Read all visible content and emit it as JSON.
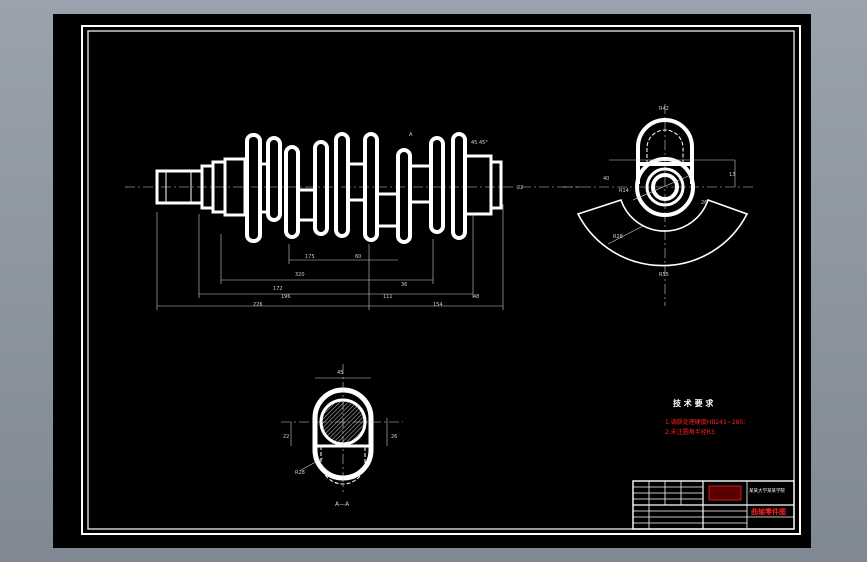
{
  "section_label": "A—A",
  "section_arrow_label": "A",
  "tech_requirements": {
    "heading": "技 术 要 求",
    "items": [
      "1.调质处理硬度HB241~285;",
      "2.未注圆角半径R3."
    ]
  },
  "title_block": {
    "drawing_name": "曲轴零件图",
    "school": "某某大学某某学院"
  },
  "dimensions": {
    "front": [
      "175",
      "60",
      "320",
      "172",
      "36",
      "226",
      "196",
      "111",
      "154",
      "48",
      "22",
      "45.45°"
    ],
    "side": [
      "R42",
      "40",
      "13",
      "R14",
      "R55",
      "R28",
      "26"
    ],
    "section": [
      "45",
      "22",
      "26",
      "R28"
    ]
  },
  "colors": {
    "background": "#000000",
    "outline": "#ffffff",
    "dimension": "#cfcfcf",
    "accent": "#ff2020"
  }
}
